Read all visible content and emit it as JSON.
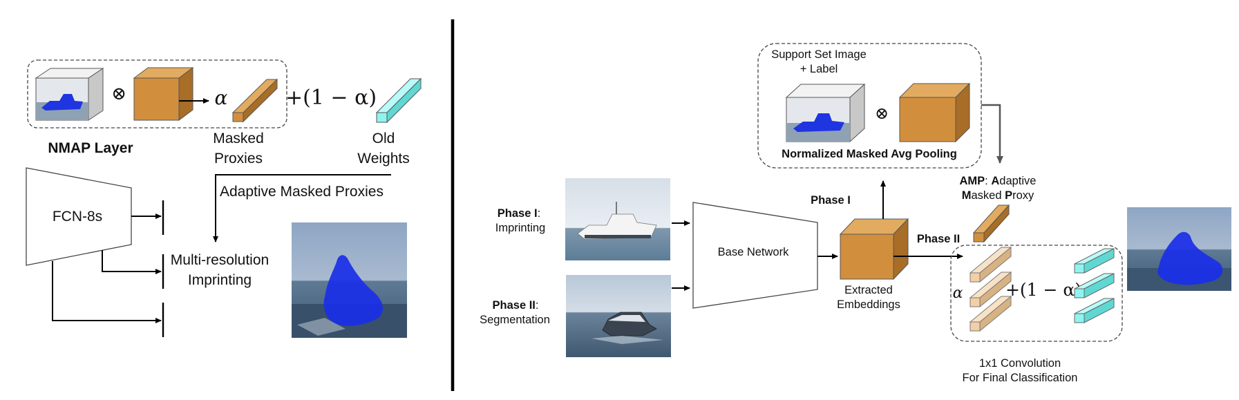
{
  "left_panel": {
    "nmap_label": "NMAP Layer",
    "alpha": "α",
    "one_minus_alpha": "+(1 − α)",
    "otimes": "⊗",
    "masked_proxies_line1": "Masked",
    "masked_proxies_line2": "Proxies",
    "old_weights_line1": "Old",
    "old_weights_line2": "Weights",
    "adaptive_masked_proxies": "Adaptive Masked Proxies",
    "fcn_label": "FCN-8s",
    "imprinting_line1": "Multi-resolution",
    "imprinting_line2": "Imprinting"
  },
  "right_panel": {
    "support_line1": "Support Set Image",
    "support_line2": "+ Label",
    "otimes": "⊗",
    "nmap_caption": "Normalized Masked Avg Pooling",
    "phase1_bold": "Phase I",
    "phase1_rest": ": Imprinting",
    "phase1_colon": ":",
    "phase1_desc": "Imprinting",
    "phase2_bold": "Phase II",
    "phase2_colon": ":",
    "phase2_desc": "Segmentation",
    "base_network": "Base Network",
    "phase1_arrow_label": "Phase I",
    "phase2_arrow_label": "Phase II",
    "extracted_line1": "Extracted",
    "extracted_line2": "Embeddings",
    "amp_line1_a": "AMP",
    "amp_line1_b": ": ",
    "amp_line1_c": "A",
    "amp_line1_d": "daptive",
    "amp_line2_a": "M",
    "amp_line2_b": "asked ",
    "amp_line2_c": "P",
    "amp_line2_d": "roxy",
    "alpha": "α",
    "one_minus_alpha": "+(1 − α)",
    "conv_line1": "1x1 Convolution",
    "conv_line2": "For Final Classification"
  },
  "colors": {
    "orange_front": "#d18f3e",
    "orange_top": "#e2ab5f",
    "orange_side": "#a86d26",
    "cyan_front": "#8ff4f0",
    "cyan_top": "#b9fbf8",
    "cyan_side": "#5fd8d3",
    "peach_front": "#f2cfa6",
    "peach_top": "#f8e2c6",
    "peach_side": "#d9b283",
    "mask_blue": "#1a2fe8",
    "divider": "#000000"
  }
}
